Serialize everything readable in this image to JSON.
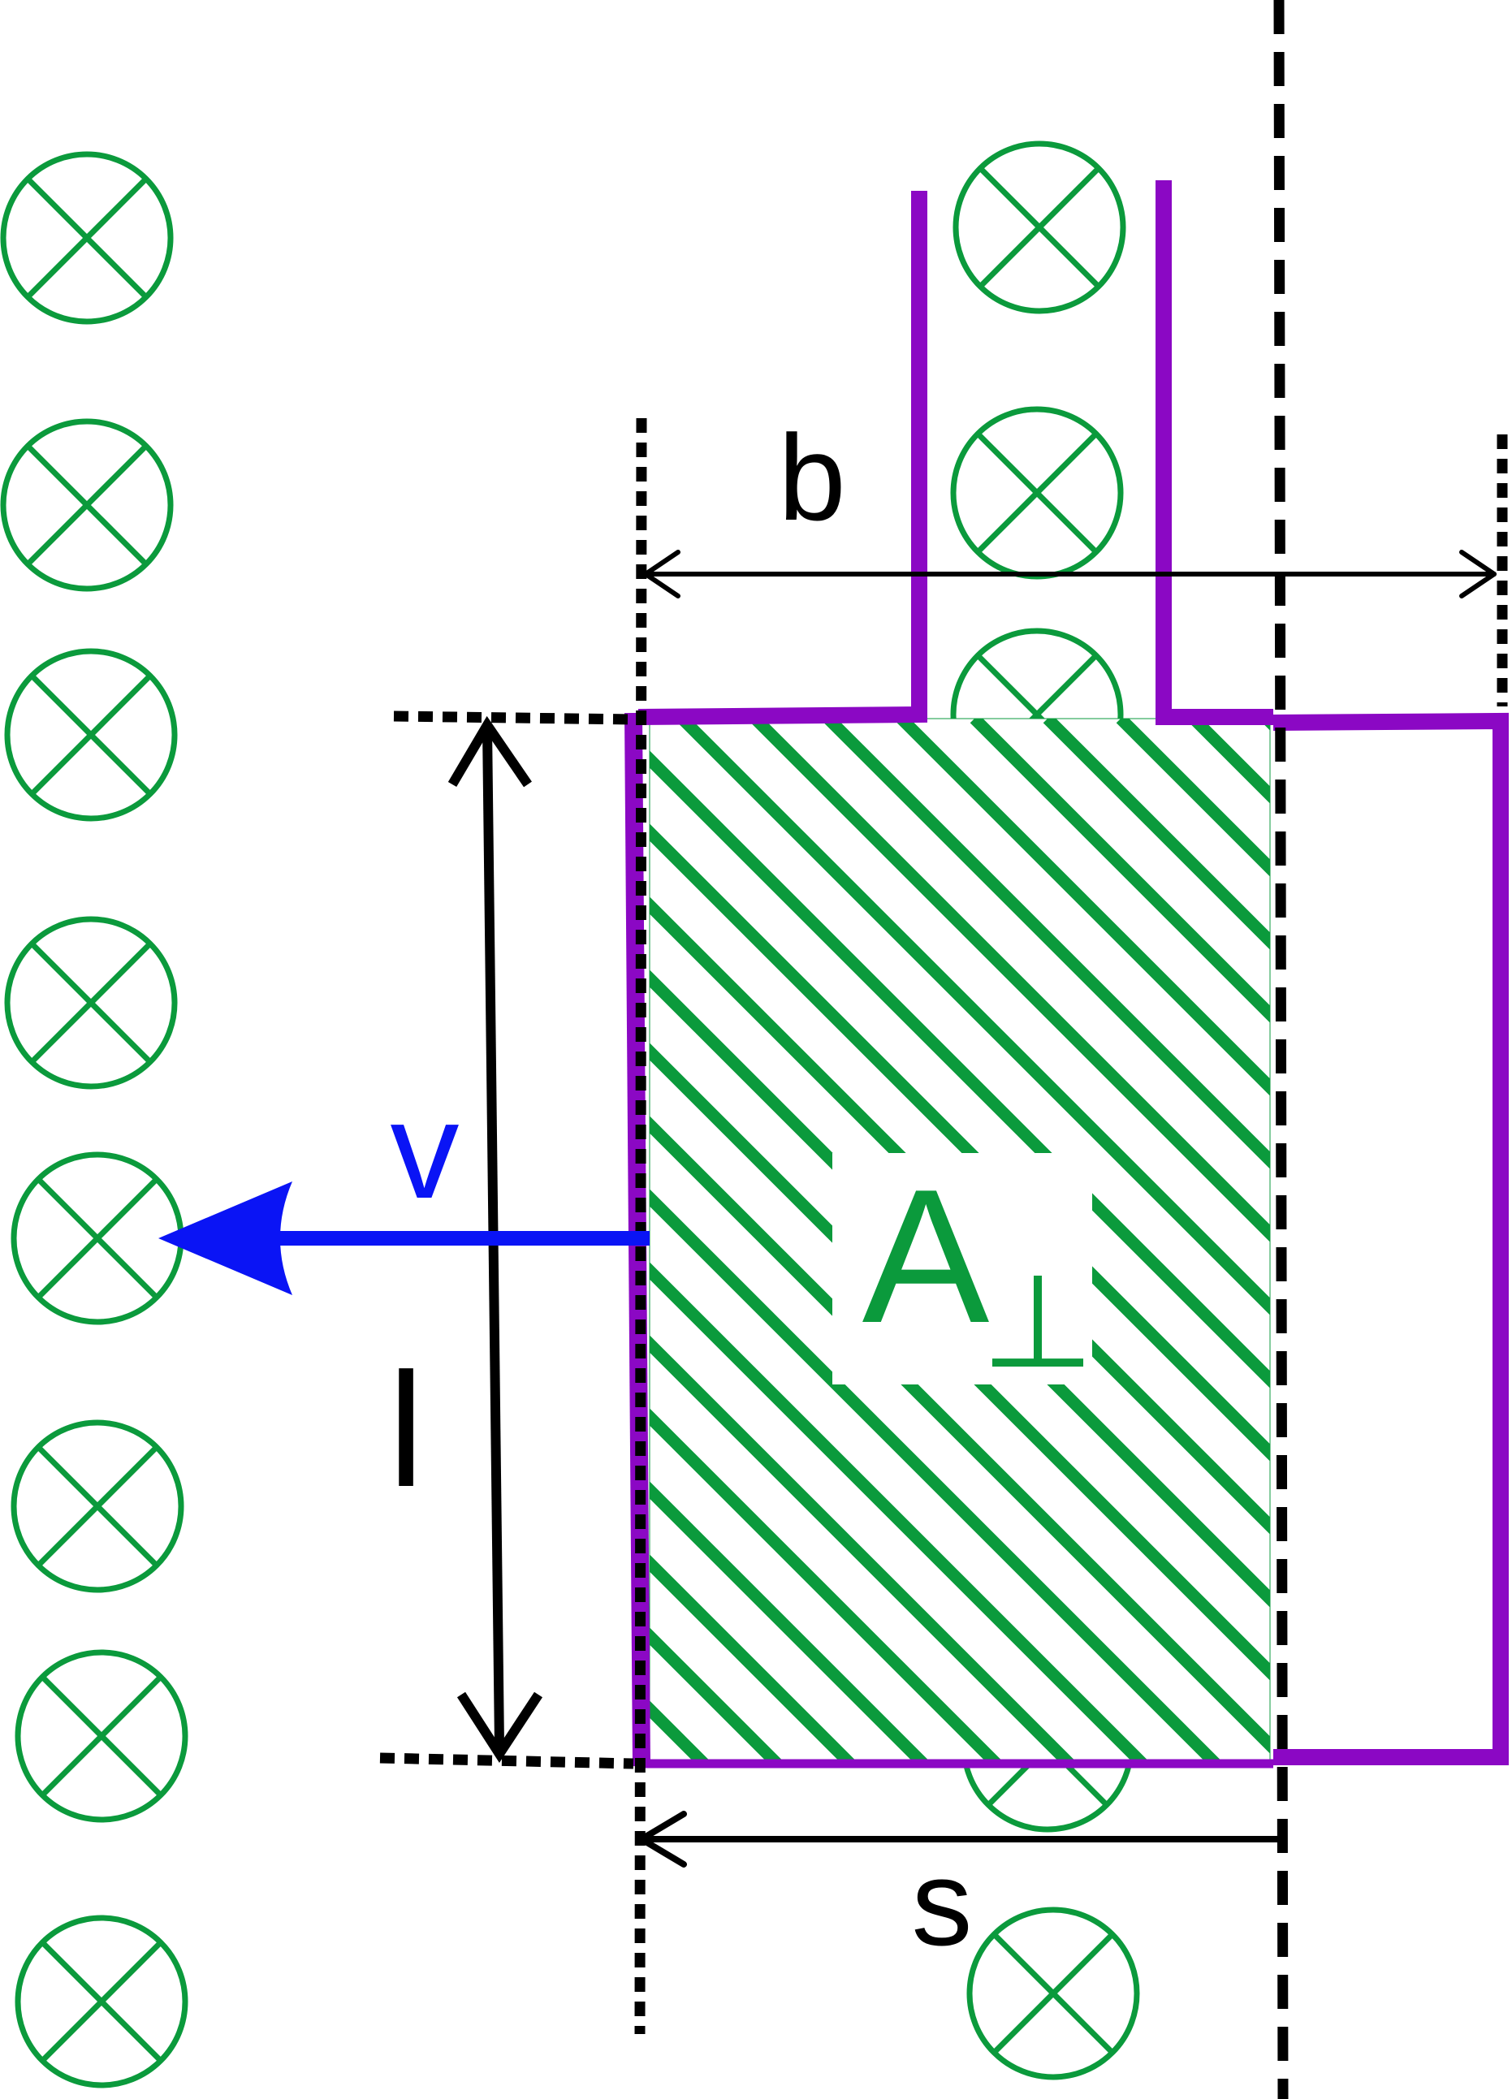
{
  "labels": {
    "b": "b",
    "v": "v",
    "l": "l",
    "s": "s",
    "area": "A",
    "area_subscript": "⊥"
  },
  "colors": {
    "field_symbol": "#0b9a3c",
    "circuit": "#8b08c4",
    "velocity": "#0a14f5",
    "dimension": "#000000",
    "hatch": "#0b9a3c",
    "background": "#ffffff"
  },
  "icons": {
    "field_symbol": "field-into-page-icon"
  }
}
